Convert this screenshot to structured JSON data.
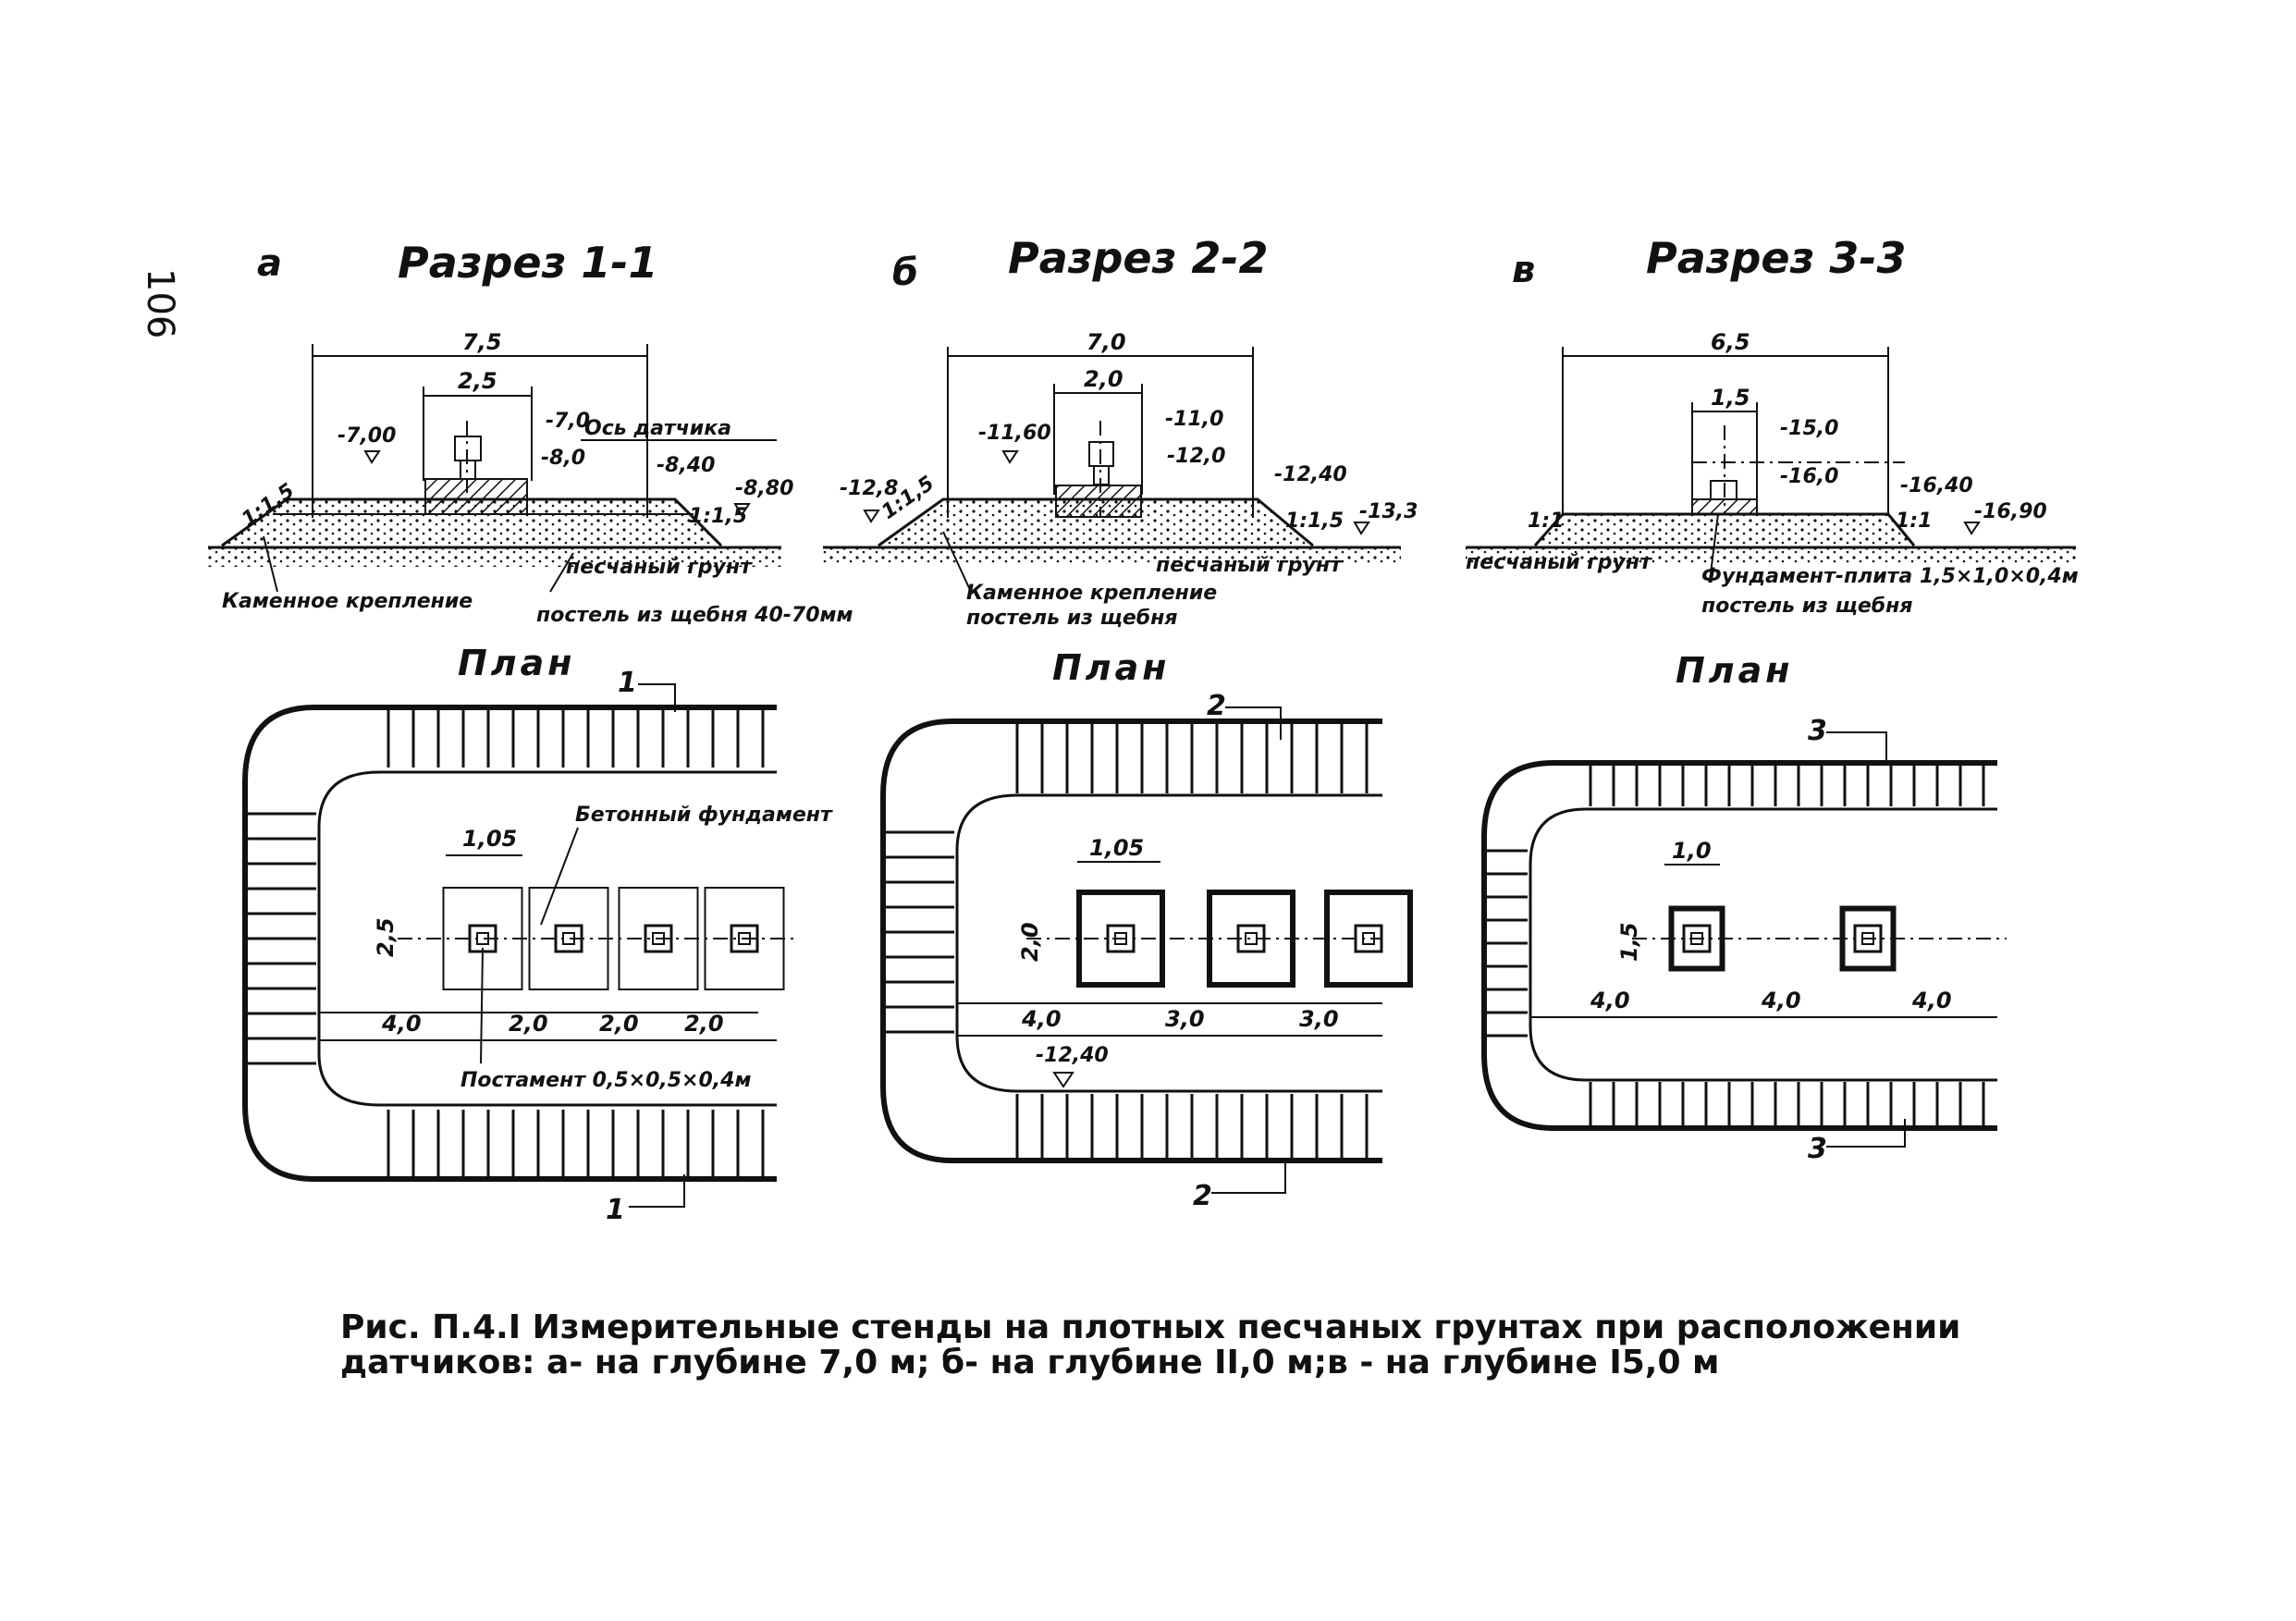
{
  "page_number": "106",
  "sections": [
    {
      "letter": "а",
      "title": "Разрез 1-1",
      "dim_total": "7,5",
      "dim_inner": "2,5",
      "elevations": [
        "-7,00",
        "-7,0",
        "-8,0",
        "-8,40",
        "-8,80"
      ],
      "sensor_axis": "Ось датчика",
      "slope_left": "1:1,5",
      "slope_right": "1:1,5",
      "note_soil": "песчаный грунт",
      "note_stone": "Каменное крепление",
      "note_bed": "постель из щебня 40-70мм"
    },
    {
      "letter": "б",
      "title": "Разрез 2-2",
      "dim_total": "7,0",
      "dim_inner": "2,0",
      "elevations": [
        "-11,60",
        "-11,0",
        "-12,0",
        "-12,40",
        "-12,8",
        "-13,3"
      ],
      "slope_left": "1:1,5",
      "slope_right": "1:1,5",
      "note_soil": "песчаный грунт",
      "note_stone": "Каменное крепление",
      "note_bed": "постель из щебня"
    },
    {
      "letter": "в",
      "title": "Разрез 3-3",
      "dim_total": "6,5",
      "dim_inner": "1,5",
      "elevations": [
        "-15,0",
        "-16,0",
        "-16,40",
        "-16,90"
      ],
      "slope_left": "1:1",
      "slope_right": "1:1",
      "note_soil": "песчаный грунт",
      "note_slab": "Фундамент-плита 1,5×1,0×0,4м",
      "note_bed": "постель из щебня"
    }
  ],
  "plans": [
    {
      "title": "План",
      "section_mark": "1",
      "pad_width": "1,05",
      "pad_height": "2,5",
      "spacings": [
        "4,0",
        "2,0",
        "2,0",
        "2,0"
      ],
      "note_foundation": "Бетонный фундамент",
      "note_pedestal": "Постамент 0,5×0,5×0,4м"
    },
    {
      "title": "План",
      "section_mark": "2",
      "pad_width": "1,05",
      "pad_height": "2,0",
      "spacings": [
        "4,0",
        "3,0",
        "3,0"
      ],
      "elevation": "-12,40"
    },
    {
      "title": "План",
      "section_mark": "3",
      "pad_width": "1,0",
      "pad_height": "1,5",
      "spacings": [
        "4,0",
        "4,0",
        "4,0"
      ]
    }
  ],
  "caption": {
    "line1": "Рис. П.4.I  Измерительные стенды на плотных песчаных грунтах при расположении",
    "line2": "датчиков: а- на глубине 7,0 м; б- на глубине II,0 м;в - на глубине I5,0 м"
  }
}
